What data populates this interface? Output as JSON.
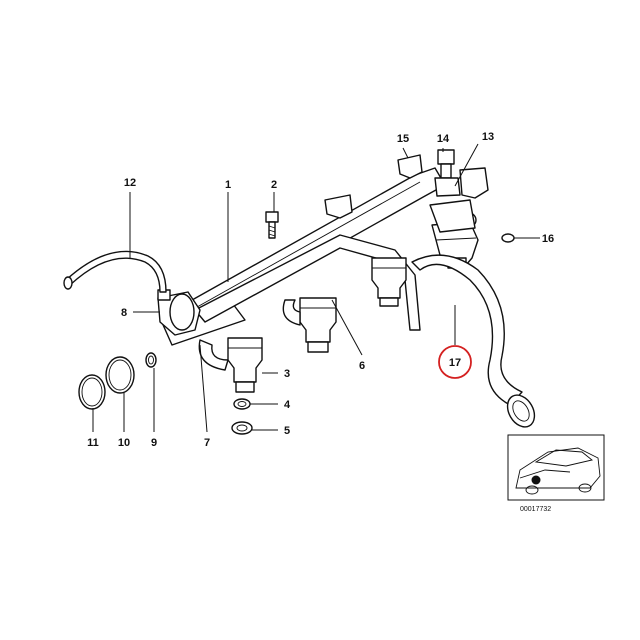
{
  "callouts": {
    "c1": "1",
    "c2": "2",
    "c3": "3",
    "c4": "4",
    "c5": "5",
    "c6": "6",
    "c7": "7",
    "c8": "8",
    "c9": "9",
    "c10": "10",
    "c11": "11",
    "c12": "12",
    "c13": "13",
    "c14": "14",
    "c15": "15",
    "c16": "16",
    "c17": "17"
  },
  "highlight": {
    "callout": "17",
    "color": "#d42020"
  },
  "reference": {
    "code": "00017732"
  },
  "colors": {
    "line": "#111111",
    "background": "#ffffff"
  }
}
